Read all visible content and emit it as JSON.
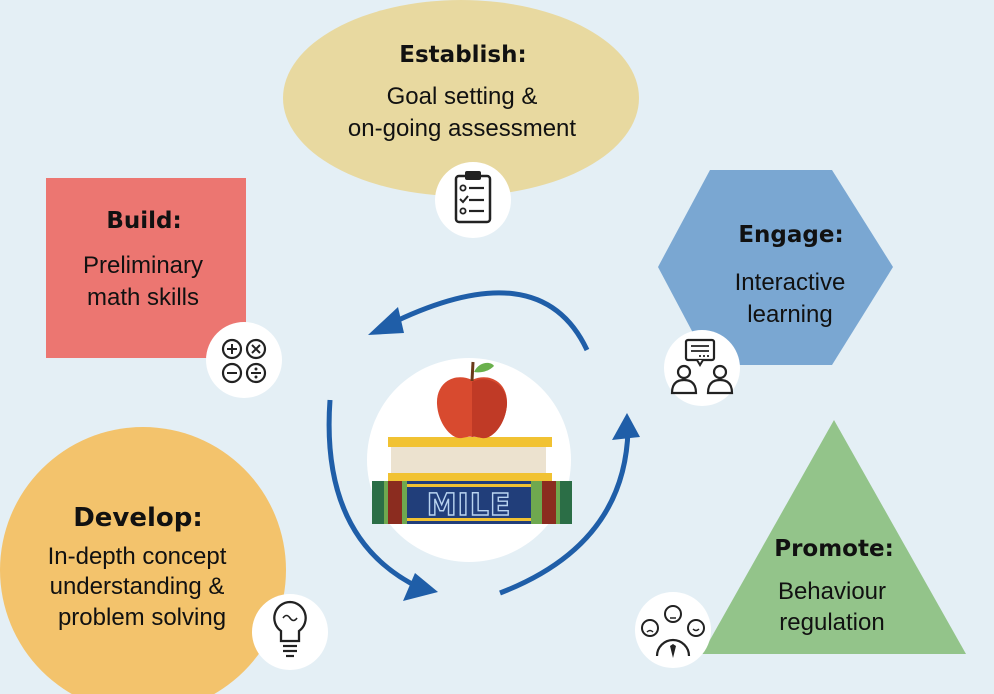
{
  "center_logo_text": "MILE",
  "establish": {
    "heading": "Establish:",
    "line1": "Goal setting &",
    "line2": "on-going assessment",
    "icon": "clipboard-checklist-icon"
  },
  "build": {
    "heading": "Build:",
    "line1": "Preliminary",
    "line2": "math skills",
    "icon": "math-operations-icon"
  },
  "engage": {
    "heading": "Engage:",
    "line1": "Interactive",
    "line2": "learning",
    "icon": "discussion-people-icon"
  },
  "develop": {
    "heading": "Develop:",
    "line1": "In-depth concept",
    "line2": "understanding &",
    "line3": "problem solving",
    "icon": "lightbulb-icon"
  },
  "promote": {
    "heading": "Promote:",
    "line1": "Behaviour",
    "line2": "regulation",
    "icon": "mood-gauge-icon"
  },
  "colors": {
    "background": "#e4eff5",
    "establish": "#e8d9a0",
    "build": "#ec7671",
    "engage": "#7aa7d2",
    "develop": "#f3c36c",
    "promote": "#93c48a",
    "cycle_arrows": "#1f5ea8",
    "apple": "#d84a2f"
  }
}
